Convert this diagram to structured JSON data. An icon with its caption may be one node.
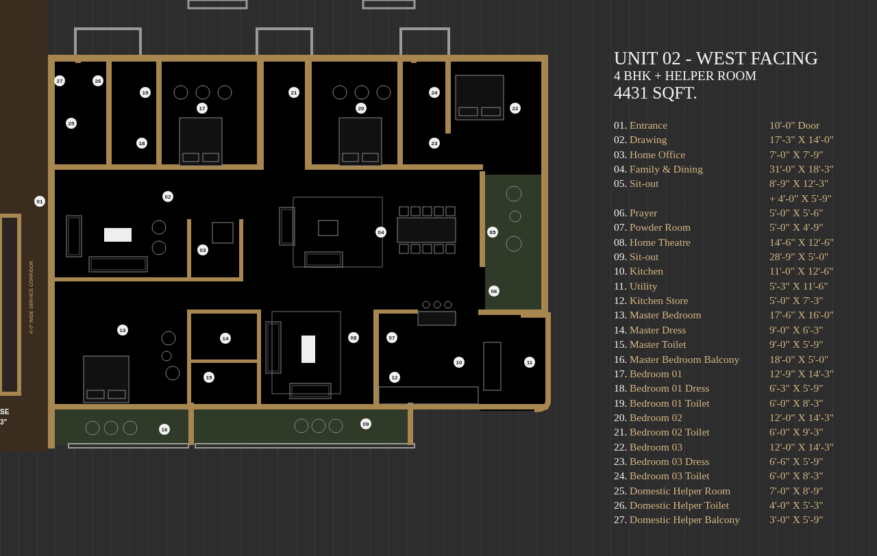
{
  "diagram": {
    "title": "UNIT 02 - WEST FACING",
    "labels": [
      "27",
      "26",
      "19",
      "21",
      "24",
      "17",
      "20",
      "22",
      "25",
      "18",
      "23",
      "02",
      "01",
      "04",
      "05",
      "03",
      "06",
      "13",
      "14",
      "08",
      "07",
      "10",
      "11",
      "15",
      "12",
      "09",
      "16",
      "4'-0\" WIDE SERVICE CORRIDOR",
      "SE",
      "3\"",
      "4 BHK + HELPER ROOM",
      "4431 SQFT.",
      "01.",
      "Entrance",
      "10'-0\" Door",
      "02.",
      "Drawing",
      "17'-3\" X 14'-0\"",
      "03.",
      "Home Office",
      "7'-0\" X 7'-9\"",
      "04.",
      "Family & Dining",
      "31'-0\" X 18'-3\"",
      "05.",
      "Sit-out",
      "8'-9\" X 12'-3\"",
      "+ 4'-0\" X 5'-9\"",
      "06.",
      "Prayer",
      "5'-0\" X 5'-6\"",
      "07.",
      "Powder Room",
      "5'-0\" X 4'-9\"",
      "08.",
      "Home Theatre",
      "14'-6\" X 12'-6\"",
      "09.",
      "Sit-out",
      "28'-9\" X 5'-0\"",
      "10.",
      "Kitchen",
      "11'-0\" X 12'-6\"",
      "11.",
      "Utility",
      "5'-3\" X 11'-6\"",
      "12.",
      "Kitchen Store",
      "5'-0\" X 7'-3\"",
      "13.",
      "Master Bedroom",
      "17'-6\" X 16'-0\"",
      "14.",
      "Master Dress",
      "9'-0\" X 6'-3\"",
      "15.",
      "Master Toilet",
      "9'-0\" X 5'-9\"",
      "16.",
      "Master Bedroom Balcony",
      "18'-0\" X 5'-0\"",
      "17.",
      "Bedroom 01",
      "12'-9\" X 14'-3\"",
      "18.",
      "Bedroom 01 Dress",
      "6'-3\" X 5'-9\"",
      "19.",
      "Bedroom 01 Toilet",
      "6'-0\" X 8'-3\"",
      "20.",
      "Bedroom 02",
      "12'-0\" X 14'-3\"",
      "21.",
      "Bedroom 02 Toilet",
      "6'-0\" X 9'-3\"",
      "22.",
      "Bedroom 03",
      "12'-0\" X 14'-3\"",
      "23.",
      "Bedroom 03 Dress",
      "6'-6\" X 5'-9\"",
      "24.",
      "Bedroom 03 Toilet",
      "6'-0\" X 8'-3\"",
      "25.",
      "Domestic Helper Room",
      "7'-0\" X 8'-9\"",
      "26.",
      "Domestic Helper Toilet",
      "4'-0\" X 5'-3\"",
      "27.",
      "Domestic Helper Balcony",
      "3'-0\" X 5'-9\""
    ]
  }
}
